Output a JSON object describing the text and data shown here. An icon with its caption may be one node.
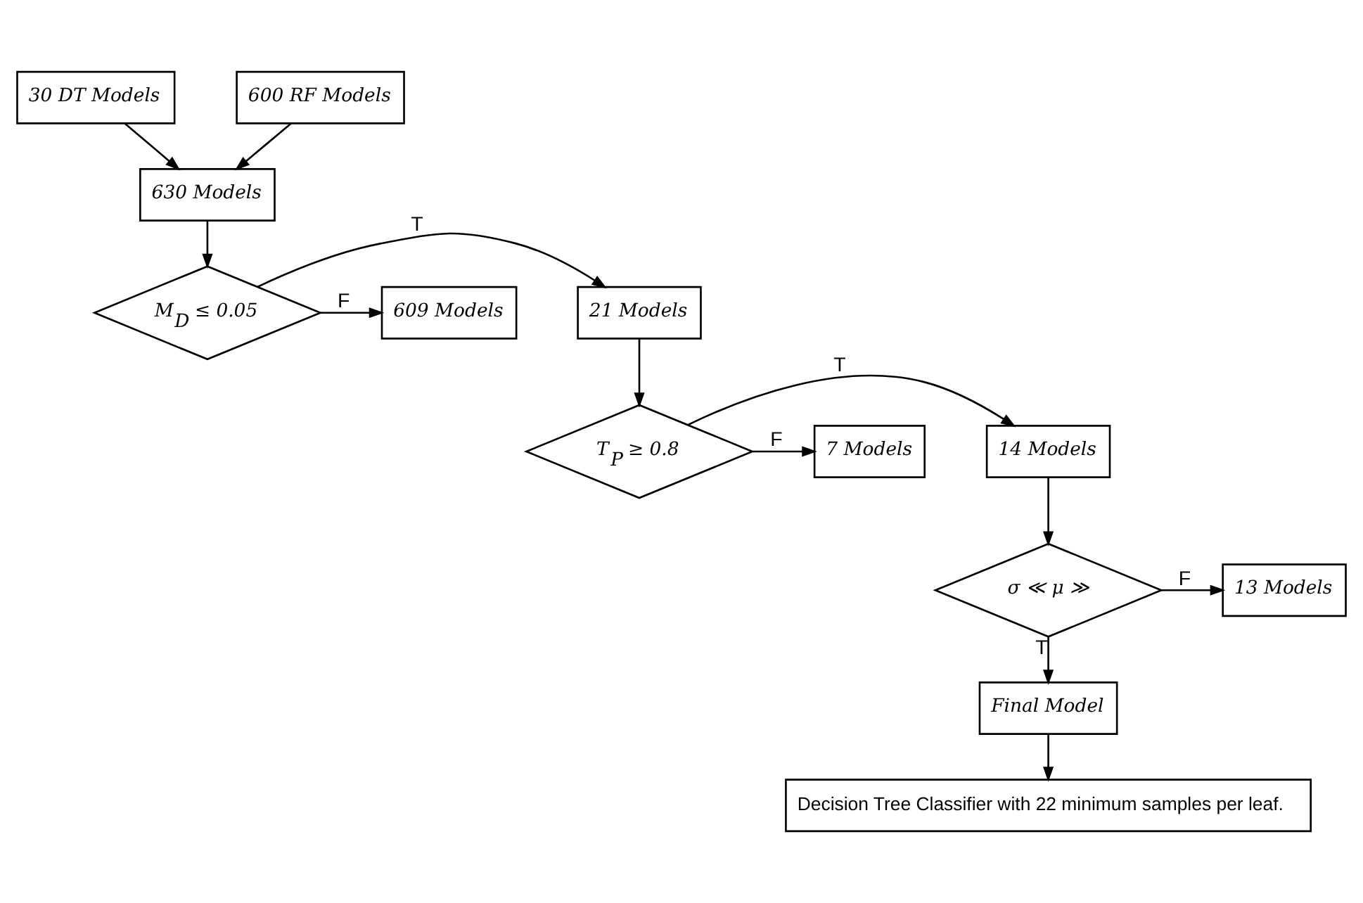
{
  "diagram": {
    "nodes": [
      {
        "text": [
          "30 DT Models"
        ]
      },
      {
        "text": [
          "600 RF Models"
        ]
      },
      {
        "text": [
          "630 Models"
        ]
      },
      {
        "text": [
          "M$_{D}$ ≤ 0.05"
        ]
      },
      {
        "text": [
          "21 Models"
        ]
      },
      {
        "text": [
          "609 Models"
        ]
      },
      {
        "text": [
          "T$_{P}$ ≥ 0.8"
        ]
      },
      {
        "text": [
          "14 Models"
        ]
      },
      {
        "text": [
          "7 Models"
        ]
      },
      {
        "text": [
          "σ ≪ μ ≫"
        ]
      },
      {
        "text": [
          "13 Models"
        ]
      },
      {
        "text": [
          "Final Model"
        ]
      },
      {
        "text": [
          "Decision Tree Classifier with 22 minimum samples per leaf."
        ]
      }
    ],
    "edges": [
      {
        "from": 0,
        "to": 2,
        "arrow": "to"
      },
      {
        "from": 1,
        "to": 2,
        "arrow": "to"
      },
      {
        "from": 2,
        "to": 3,
        "arrow": "to"
      },
      {
        "from": 3,
        "to": 4,
        "arrow": "to",
        "label": "T"
      },
      {
        "from": 3,
        "to": 5,
        "arrow": "to",
        "label": "F"
      },
      {
        "from": 4,
        "to": 6,
        "arrow": "to"
      },
      {
        "from": 6,
        "to": 7,
        "arrow": "to",
        "label": "T"
      },
      {
        "from": 6,
        "to": 8,
        "arrow": "to",
        "label": "F"
      },
      {
        "from": 7,
        "to": 9,
        "arrow": "to"
      },
      {
        "from": 9,
        "to": 10,
        "arrow": "to",
        "label": "F"
      },
      {
        "from": 9,
        "to": 11,
        "arrow": "to",
        "label": "T"
      },
      {
        "from": 11,
        "to": 12,
        "arrow": "to"
      }
    ]
  }
}
